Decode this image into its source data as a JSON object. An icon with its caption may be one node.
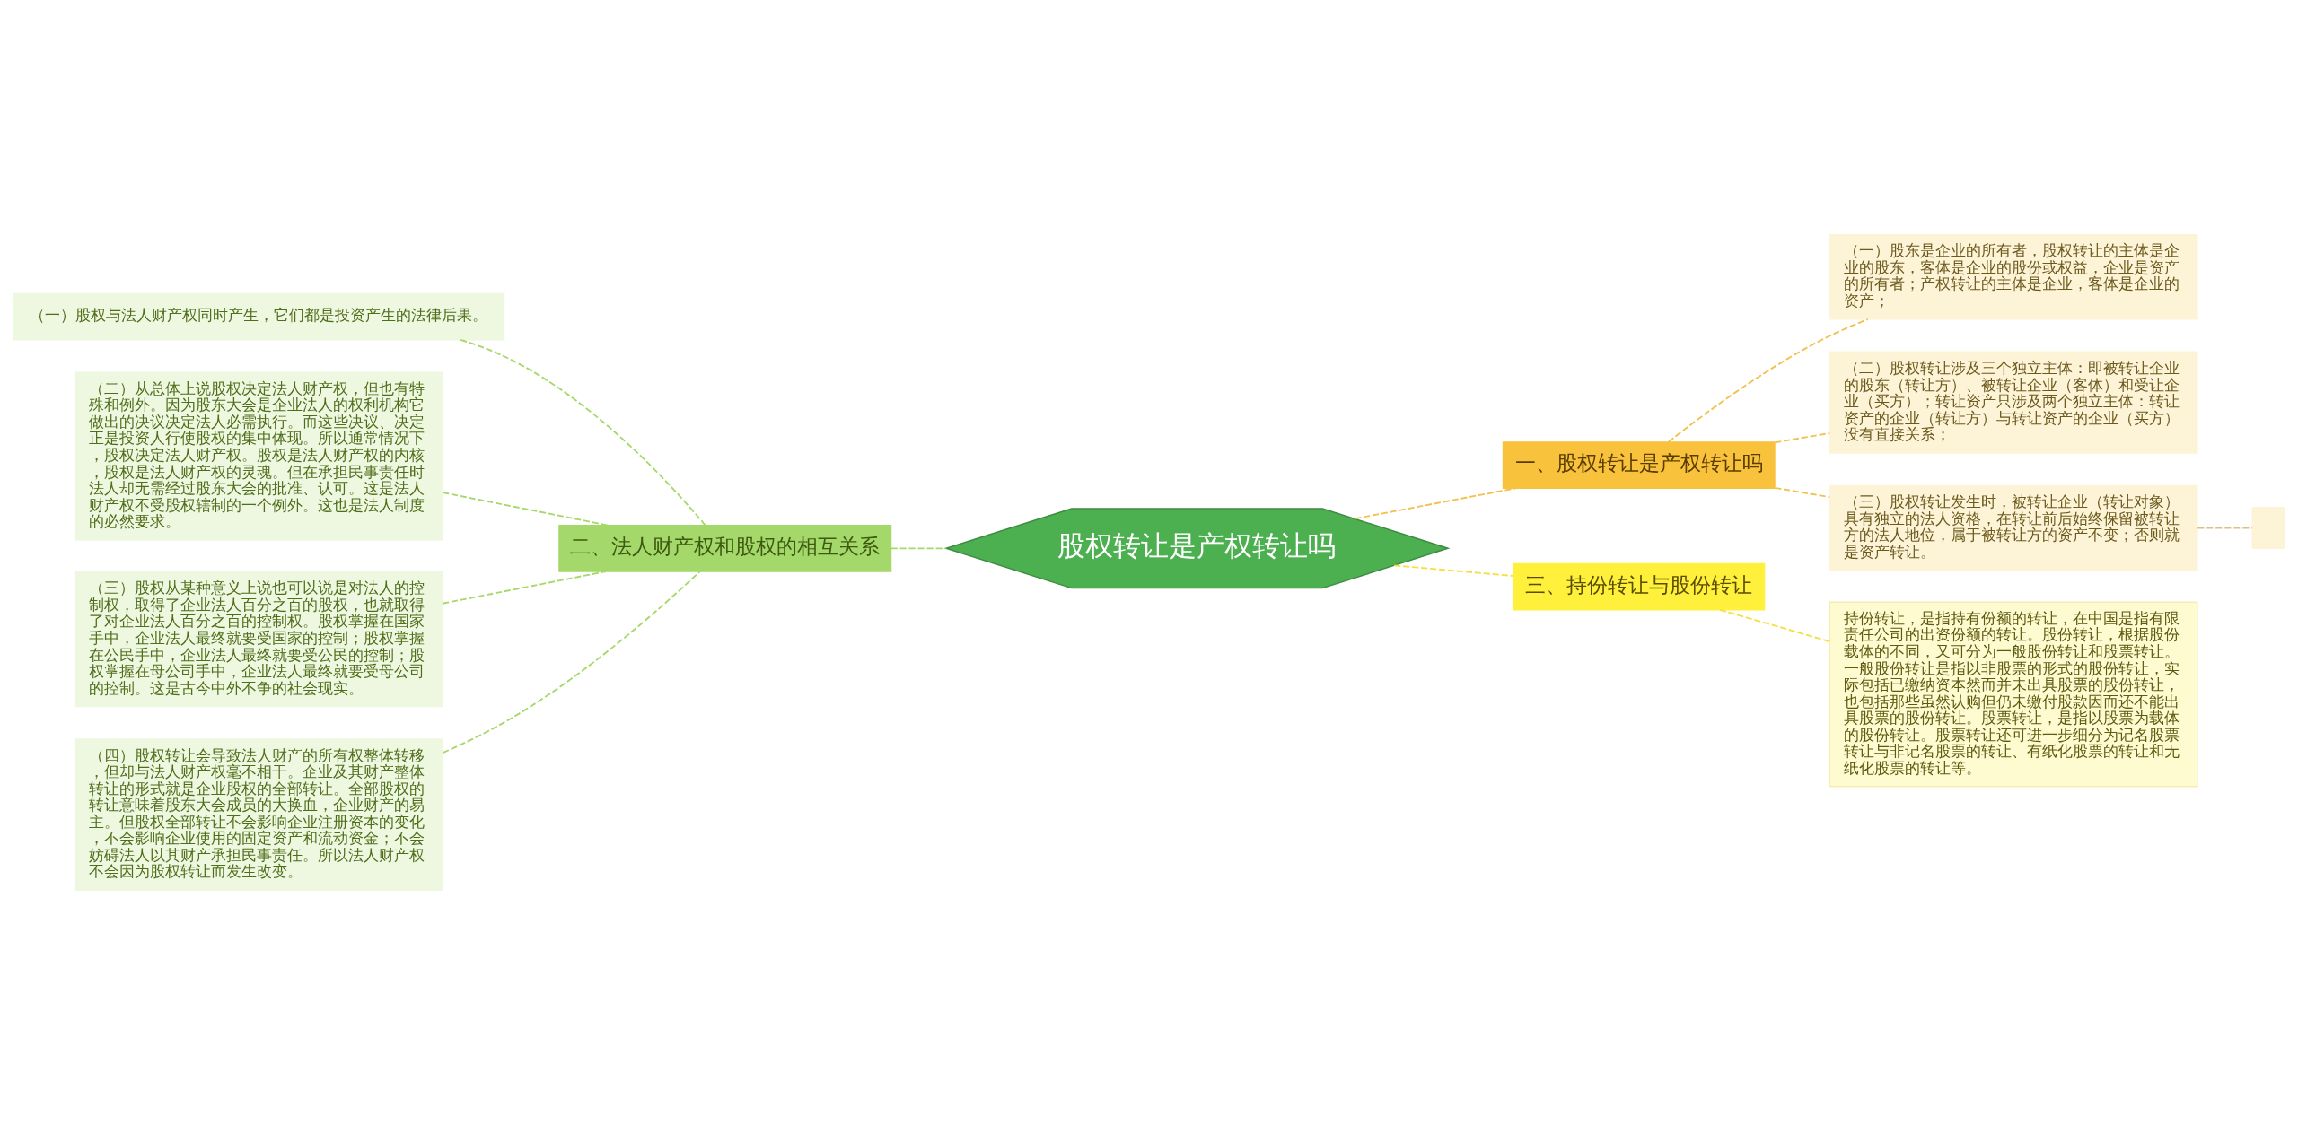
{
  "diagram": {
    "nodes": [
      {
        "text": [
          "股权转让是产权转让吗"
        ]
      },
      {
        "text": [
          "一、股权转让是产权转让吗"
        ]
      },
      {
        "text": [
          "（一）股东是企业的所有者，股权转让的主体是企业的股东，客体是企业的股份或权益，企业是资产的所有者；产权转让的主体是企业，客体是企业的资产；"
        ]
      },
      {
        "text": [
          "（二）股权转让涉及三个独立主体：即被转让企业的股东（转让方）、被转让企业（客体）和受让企业（买方）；转让资产只涉及两个独立主体：转让资产的企业（转让方）与转让资产的企业（买方）没有直接关系；"
        ]
      },
      {
        "text": [
          "（三）股权转让发生时，被转让企业（转让对象）具有独立的法人资格，在转让前后始终保留被转让方的法人地位，属于被转让方的资产不变；否则就是资产转让。"
        ]
      },
      {
        "text": [],
        "shape": "box"
      },
      {
        "text": [
          "三、持份转让与股份转让"
        ]
      },
      {
        "text": [
          "持份转让，是指持有份额的转让，在中国是指有限责任公司的出资份额的转让。股份转让，根据股份载体的不同，又可分为一般股份转让和股票转让。一般股份转让是指以非股票的形式的股份转让，实际包括已缴纳资本然而并未出具股票的股份转让，也包括那些虽然认购但仍未缴付股款因而还不能出具股票的股份转让。股票转让，是指以股票为载体的股份转让。股票转让还可进一步细分为记名股票转让与非记名股票的转让、有纸化股票的转让和无纸化股票的转让等。"
        ]
      },
      {
        "text": [
          "二、法人财产权和股权的相互关系"
        ]
      },
      {
        "text": [
          "（一）股权与法人财产权同时产生，它们都是投资产生的法律后果。"
        ]
      },
      {
        "text": [
          "（二）从总体上说股权决定法人财产权，但也有特殊和例外。因为股东大会是企业法人的权利机构它做出的决议决定法人必需执行。而这些决议、决定正是投资人行使股权的集中体现。所以通常情况下，股权决定法人财产权。股权是法人财产权的内核，股权是法人财产权的灵魂。但在承担民事责任时法人却无需经过股东大会的批准、认可。这是法人财产权不受股权辖制的一个例外。这也是法人制度的必然要求。"
        ]
      },
      {
        "text": [
          "（三）股权从某种意义上说也可以说是对法人的控制权，取得了企业法人百分之百的股权，也就取得了对企业法人百分之百的控制权。股权掌握在国家手中，企业法人最终就要受国家的控制；股权掌握在公民手中，企业法人最终就要受公民的控制；股权掌握在母公司手中，企业法人最终就要受母公司的控制。这是古今中外不争的社会现实。"
        ]
      },
      {
        "text": [
          "（四）股权转让会导致法人财产的所有权整体转移，但却与法人财产权毫不相干。企业及其财产整体转让的形式就是企业股权的全部转让。全部股权的转让意味着股东大会成员的大换血，企业财产的易主。但股权全部转让不会影响企业注册资本的变化，不会影响企业使用的固定资产和流动资金；不会妨碍法人以其财产承担民事责任。所以法人财产权不会因为股权转让而发生改变。"
        ]
      }
    ],
    "edges": [
      {
        "from": 0,
        "to": 1,
        "arrow": "none",
        "style": "dashed",
        "color": "#f2c14e"
      },
      {
        "from": 1,
        "to": 2,
        "arrow": "none",
        "style": "dashed",
        "color": "#f2c14e"
      },
      {
        "from": 1,
        "to": 3,
        "arrow": "none",
        "style": "dashed",
        "color": "#f2c14e"
      },
      {
        "from": 1,
        "to": 4,
        "arrow": "none",
        "style": "dashed",
        "color": "#f2c14e"
      },
      {
        "from": 4,
        "to": 5,
        "arrow": "none",
        "style": "dashed",
        "color": "#d9c08a"
      },
      {
        "from": 0,
        "to": 6,
        "arrow": "none",
        "style": "dashed",
        "color": "#f5e042"
      },
      {
        "from": 6,
        "to": 7,
        "arrow": "none",
        "style": "dashed",
        "color": "#f5e042"
      },
      {
        "from": 0,
        "to": 8,
        "arrow": "none",
        "style": "dashed"
      },
      {
        "from": 8,
        "to": 9,
        "arrow": "none",
        "style": "dashed"
      },
      {
        "from": 8,
        "to": 10,
        "arrow": "none",
        "style": "dashed"
      },
      {
        "from": 8,
        "to": 11,
        "arrow": "none",
        "style": "dashed"
      },
      {
        "from": 8,
        "to": 12,
        "arrow": "none",
        "style": "dashed"
      }
    ]
  }
}
